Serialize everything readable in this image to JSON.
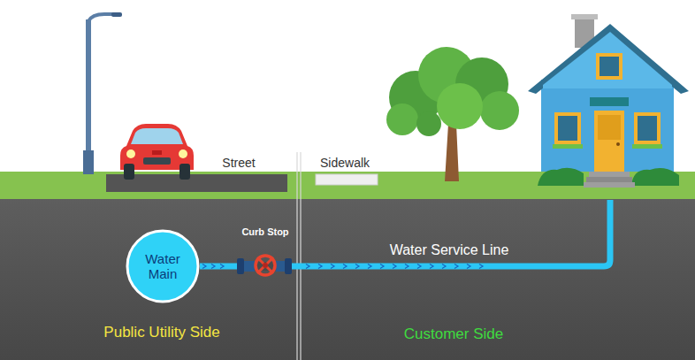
{
  "diagram": {
    "nodes": [
      {
        "text": [
          "Water Main"
        ]
      },
      {
        "text": [
          "Curb Stop"
        ]
      }
    ],
    "edges": [
      {
        "from": 0,
        "to": 1,
        "arrow": "none"
      }
    ],
    "labels": [
      "Street",
      "Sidewalk",
      "Water Service Line",
      "Public Utility Side",
      "Customer Side"
    ]
  }
}
